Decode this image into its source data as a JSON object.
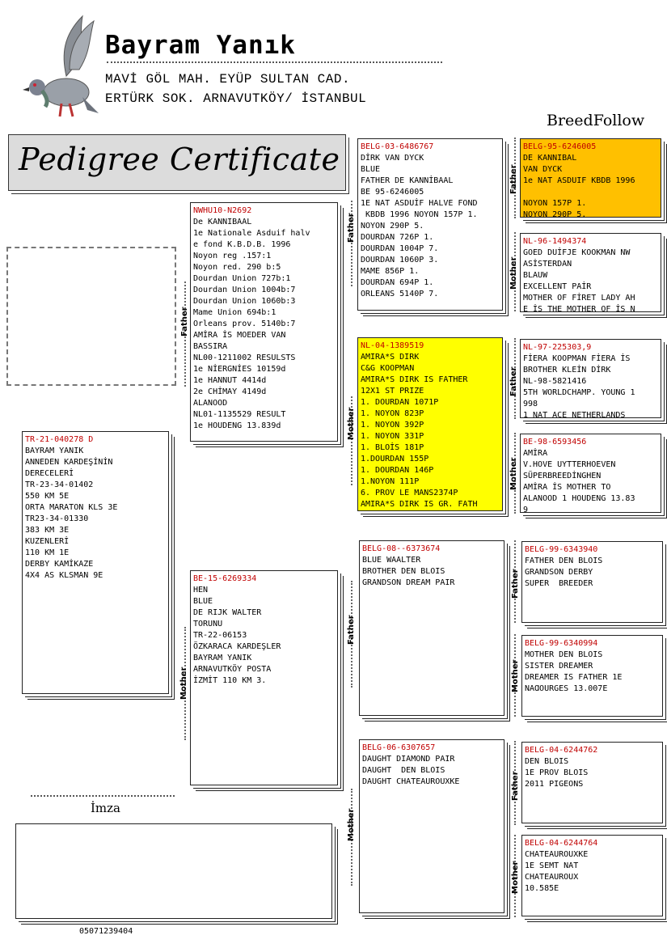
{
  "header": {
    "owner_name": "Bayram Yanık",
    "address_line1": "MAVİ GÖL MAH. EYÜP SULTAN CAD.",
    "address_line2": "ERTÜRK SOK. ARNAVUTKÖY/ İSTANBUL",
    "brand": "BreedFollow",
    "logo_icon": "pigeon-icon"
  },
  "certificate_title": "Pedigree Certificate",
  "labels": {
    "father": "Father",
    "mother": "Mother",
    "signature": "İmza"
  },
  "phone": "05071239404",
  "pigeon": {
    "ring": "TR-21-040278 D",
    "info": "BAYRAM YANIK\nANNEDEN KARDEŞİNİN\nDERECELERİ\nTR-23-34-01402\n550 KM 5E\nORTA MARATON KLS 3E\nTR23-34-01330\n383 KM 3E\nKUZENLERİ\n110 KM 1E\nDERBY KAMİKAZE\n4X4 AS KLSMAN 9E"
  },
  "sire": {
    "ring": "NWHU10-N2692",
    "info": "De KANNIBAAL\n1e Nationale Asduif halv\ne fond K.B.D.B. 1996\nNoyon reg .157:1\nNoyon red. 290 b:5\nDourdan Union 727b:1\nDourdan Union 1004b:7\nDourdan Union 1060b:3\nMame Union 694b:1\nOrleans prov. 5140b:7\nAMİRA İS MOEDER VAN\nBASSIRA\nNL00-1211002 RESULSTS\n1e NİERGNİES 10159d\n1e HANNUT 4414d\n2e CHİMAY 4149d\nALANOOD\nNL01-1135529 RESULT\n1e HOUDENG 13.839d"
  },
  "dam": {
    "ring": "BE-15-6269334",
    "info": "HEN\nBLUE\nDE RIJK WALTER\nTORUNU\nTR-22-06153\nÖZKARACA KARDEŞLER\nBAYRAM YANIK\nARNAVUTKÖY POSTA\nİZMİT 110 KM 3."
  },
  "grandparents": {
    "sire_sire": {
      "ring": "BELG-03-6486767",
      "info": "DİRK VAN DYCK\nBLUE\nFATHER DE KANNİBAAL\nBE 95-6246005\n1E NAT ASDUİF HALVE FOND\n KBDB 1996 NOYON 157P 1.\nNOYON 290P 5.\nDOURDAN 726P 1.\nDOURDAN 1004P 7.\nDOURDAN 1060P 3.\nMAME 856P 1.\nDOURDAN 694P 1.\nORLEANS 5140P 7."
    },
    "sire_dam": {
      "ring": "NL-04-1389519",
      "info": "AMIRA*S DIRK\nC&G KOOPMAN\nAMIRA*S DIRK IS FATHER\n12X1 ST PRIZE\n1. DOURDAN 1071P\n1. NOYON 823P\n1. NOYON 392P\n1. NOYON 331P\n1. BLOİS 181P\n1.DOURDAN 155P\n1. DOURDAN 146P\n1.NOYON 111P\n6. PROV LE MANS2374P\nAMIRA*S DIRK IS GR. FATH"
    },
    "dam_sire": {
      "ring": "BELG-08--6373674",
      "info": "BLUE WAALTER\nBROTHER DEN BLOIS\nGRANDSON DREAM PAIR"
    },
    "dam_dam": {
      "ring": "BELG-06-6307657",
      "info": "DAUGHT DIAMOND PAIR\nDAUGHT  DEN BLOIS\nDAUGHT CHATEAUROUXKE"
    }
  },
  "great_grandparents": [
    {
      "ring": "BELG-95-6246005",
      "info": "DE KANNIBAL\nVAN DYCK\n1e NAT ASDUIF KBDB 1996\n\nNOYON 157P 1.\nNOYON 290P 5."
    },
    {
      "ring": "NL-96-1494374",
      "info": "GOED DUİFJE KOOKMAN NW\nASİSTERDAN\nBLAUW\nEXCELLENT PAİR\nMOTHER OF FİRET LADY AH\nE İS THE MOTHER OF İS N"
    },
    {
      "ring": "NL-97-225303,9",
      "info": "FİERA KOOPMAN FİERA İS\nBROTHER KLEİN DİRK\nNL-98-5821416\n5TH WORLDCHAMP. YOUNG 1\n998\n1 NAT ACE NETHERLANDS"
    },
    {
      "ring": "BE-98-6593456",
      "info": "AMİRA\nV.HOVE UYTTERHOEVEN\nSÜPERBREEDİNGHEN\nAMİRA İS MOTHER TO\nALANOOD 1 HOUDENG 13.83\n9"
    },
    {
      "ring": "BELG-99-6343940",
      "info": "FATHER DEN BLOIS\nGRANDSON DERBY\nSUPER  BREEDER"
    },
    {
      "ring": "BELG-99-6340994",
      "info": "MOTHER DEN BLOIS\nSISTER DREAMER\nDREAMER IS FATHER 1E\nNAⱭOURGES 13.007E"
    },
    {
      "ring": "BELG-04-6244762",
      "info": "DEN BLOIS\n1E PROV BLOIS\n2011 PIGEONS"
    },
    {
      "ring": "BELG-04-6244764",
      "info": "CHATEAUROUXKE\n1E SEMT NAT\nCHATEAUROUX\n10.585E"
    }
  ]
}
